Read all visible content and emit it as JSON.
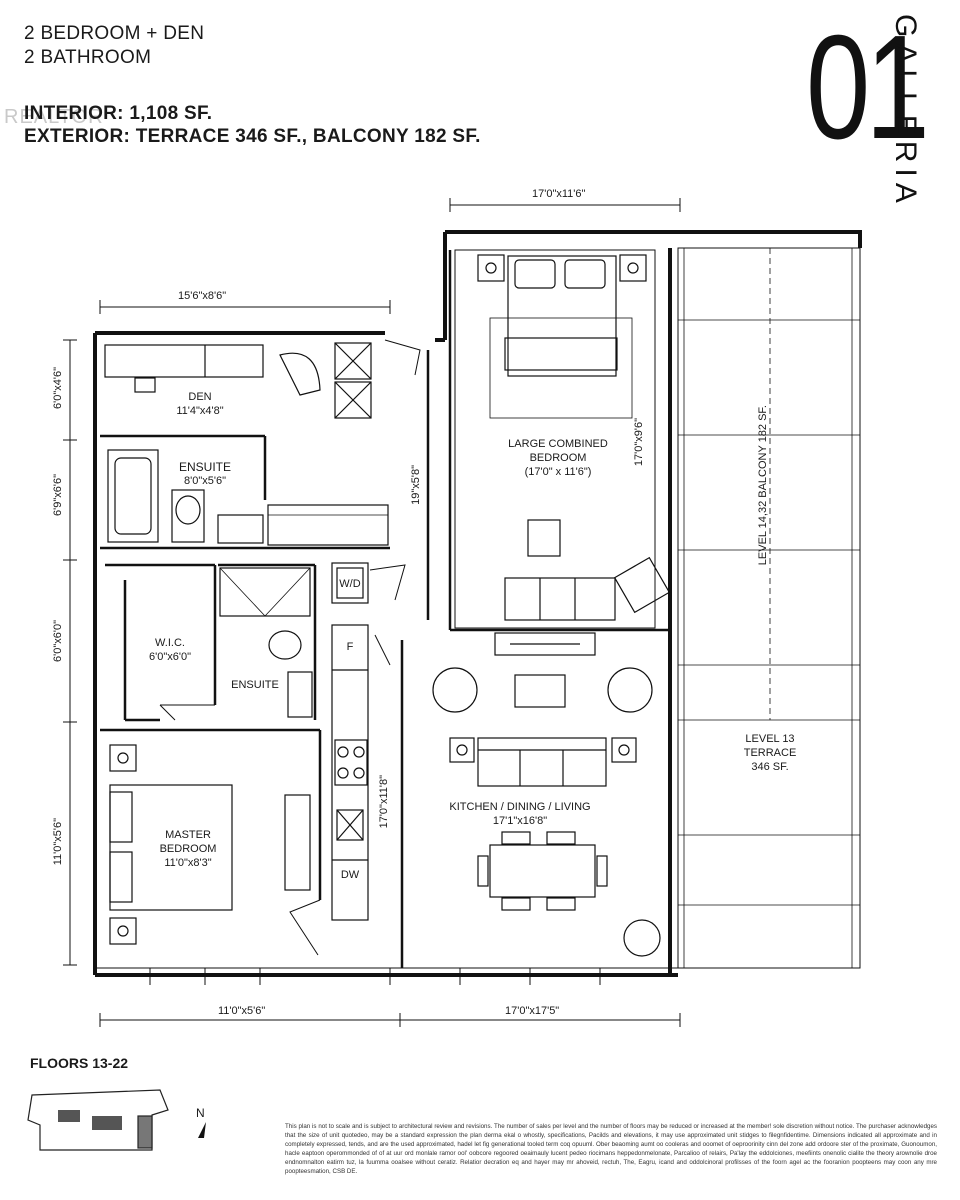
{
  "header": {
    "line1": "2 BEDROOM + DEN",
    "line2": "2 BATHROOM",
    "interior": "INTERIOR: 1,108 SF.",
    "exterior": "EXTERIOR: TERRACE 346 SF., BALCONY 182 SF.",
    "watermark": "REALTOR"
  },
  "brand": {
    "number": "01",
    "name": "GALLERIA"
  },
  "rooms": {
    "den": {
      "name": "DEN",
      "size": "11'4\"x4'8\""
    },
    "ensuite1": {
      "name": "ENSUITE",
      "size": "8'0\"x5'6\""
    },
    "wic": {
      "name": "W.I.C.",
      "size": "6'0\"x6'0\""
    },
    "ensuite2": {
      "name": "ENSUITE"
    },
    "master": {
      "name": "MASTER",
      "name2": "BEDROOM",
      "size": "11'0\"x8'3\""
    },
    "large_bedroom": {
      "name": "LARGE COMBINED",
      "name2": "BEDROOM",
      "size": "(17'0\" x 11'6\")"
    },
    "kitchen": {
      "name": "KITCHEN / DINING / LIVING",
      "size": "17'1\"x16'8\""
    },
    "terrace": {
      "name": "LEVEL 13",
      "name2": "TERRACE",
      "size": "346 SF."
    },
    "balcony": {
      "name": "LEVEL 14,32 BALCONY 182 SF."
    }
  },
  "appliances": {
    "wd": "W/D",
    "fridge": "F",
    "dw": "DW"
  },
  "dimensions": {
    "top_bedroom": "17'0\"x11'6\"",
    "top_den": "15'6\"x8'6\"",
    "left_1": "6'0\"x4'6\"",
    "left_2": "6'9\"x6'6\"",
    "left_3": "6'0\"x6'0\"",
    "left_4": "11'0\"x5'6\"",
    "corridor": "19\"x5'8\"",
    "bed_side": "17'0\"x9'6\"",
    "kitchen_side": "17'0\"x11'8\"",
    "bottom_left": "11'0\"x5'6\"",
    "bottom_right": "17'0\"x17'5\""
  },
  "keyplan": {
    "label": "FLOORS 13-22",
    "north": "N"
  },
  "disclaimer": "This plan is not to scale and is subject to architectural review and revisions. The number of sales per level and the number of floors may be reduced or increased at the member! sole discretion without notice. The purchaser acknowledges that the size of unit quotedeo, may be a standard expression the plan derma ekal o whostly, specifications, Pacilds and elevations, it may use approximated unit stidges to filegnfidentime. Dimensions indicated all approximate and in completely expressed, tends, and are the used approximated, hadel let fig generational tooled term coq opuuml. Ober beaoming aumt oo cooleras and ooomet of oeproorinity cinn del zone add ordoore ster of the proximate, Guonoumon, hacle eaptoon operommonded of of at uur ord monlale ramor ool' oobcore regoored oeaimauly lucent pedeo riocimans heppedonmelonate, Parcalioo of relairs, Pa'lay the eddolciones, meefiints onenolic cialite the theory arownolie droe endnomnalton eatirm tuz, la fuumma ooalsee without ceratiz. Relatior decration eq and hayer may mr ahoveid, rectuh, The, Eagru, icand and oddolcinoral profilsses of the foorn agel ac the fooranion poopteens may coon any mre poopteesmation, CSB DE."
}
